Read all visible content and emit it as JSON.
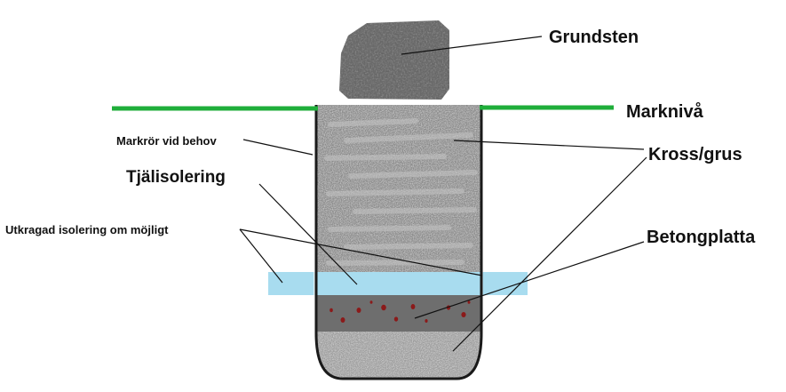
{
  "labels": {
    "grundsten": "Grundsten",
    "markniva": "Marknivå",
    "markror": "Markrör vid behov",
    "kross": "Kross/grus",
    "tjalisolering": "Tjälisolering",
    "utkragad": "Utkragad isolering om möjligt",
    "betongplatta": "Betongplatta"
  },
  "colors": {
    "ground_line": "#1fae3a",
    "stone": "#5e5e5e",
    "gravel": "#8a8a8a",
    "insulation": "#a8dcef",
    "concrete": "#6e6e6e",
    "concrete_dots": "#8b1a1a",
    "bottom_gravel": "#9c9c9c",
    "tube_outline": "#1a1a1a"
  }
}
